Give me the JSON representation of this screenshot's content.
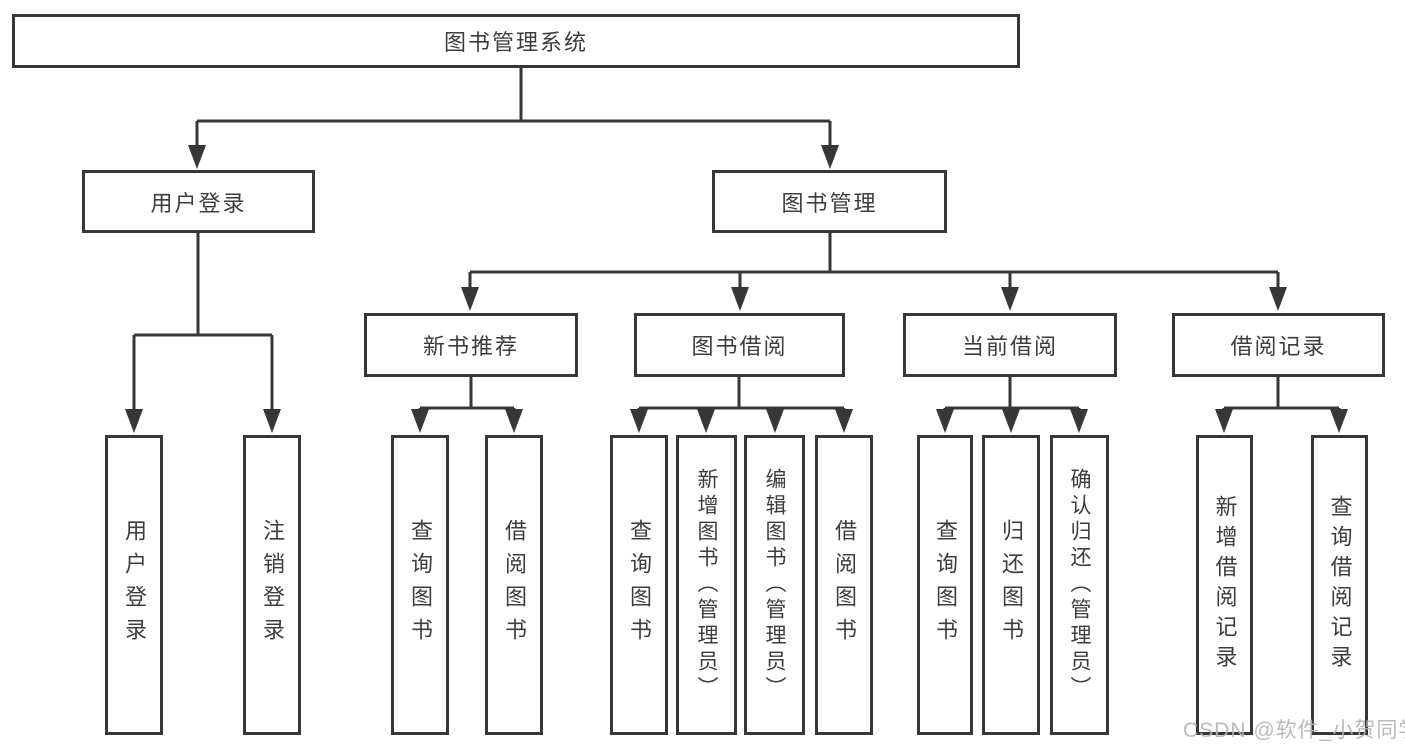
{
  "colors": {
    "line": "#373737",
    "text": "#3d3d3d",
    "watermark_text": "#b5b5b5",
    "background": "#ffffff"
  },
  "watermark": "CSDN @软件_小贺同学",
  "tree": {
    "root": {
      "label": "图书管理系统"
    },
    "children": [
      {
        "label": "用户登录",
        "children": [
          {
            "label": "用户登录"
          },
          {
            "label": "注销登录"
          }
        ]
      },
      {
        "label": "图书管理",
        "children": [
          {
            "label": "新书推荐",
            "children": [
              {
                "label": "查询图书"
              },
              {
                "label": "借阅图书"
              }
            ]
          },
          {
            "label": "图书借阅",
            "children": [
              {
                "label": "查询图书"
              },
              {
                "label": "新增图书（管理员）"
              },
              {
                "label": "编辑图书（管理员）"
              },
              {
                "label": "借阅图书"
              }
            ]
          },
          {
            "label": "当前借阅",
            "children": [
              {
                "label": "查询图书"
              },
              {
                "label": "归还图书"
              },
              {
                "label": "确认归还（管理员）"
              }
            ]
          },
          {
            "label": "借阅记录",
            "children": [
              {
                "label": "新增借阅记录"
              },
              {
                "label": "查询借阅记录"
              }
            ]
          }
        ]
      }
    ]
  }
}
